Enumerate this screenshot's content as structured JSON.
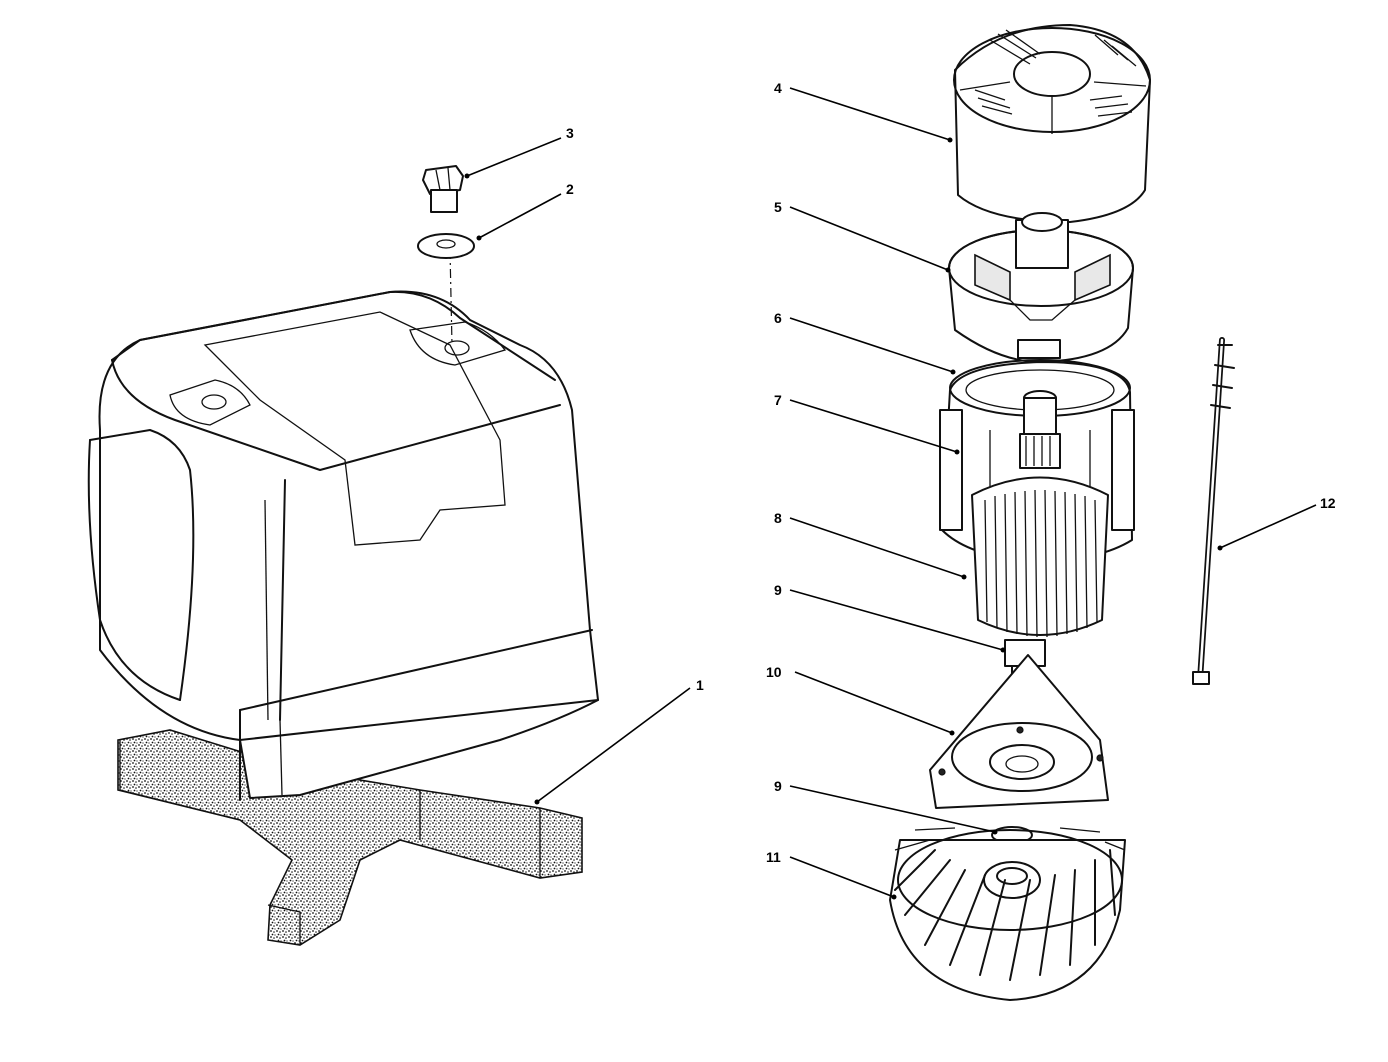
{
  "diagram": {
    "callouts": [
      {
        "id": "1",
        "label": "1"
      },
      {
        "id": "2",
        "label": "2"
      },
      {
        "id": "3",
        "label": "3"
      },
      {
        "id": "4",
        "label": "4"
      },
      {
        "id": "5",
        "label": "5"
      },
      {
        "id": "6",
        "label": "6"
      },
      {
        "id": "7",
        "label": "7"
      },
      {
        "id": "8",
        "label": "8"
      },
      {
        "id": "9a",
        "label": "9"
      },
      {
        "id": "10",
        "label": "10"
      },
      {
        "id": "9b",
        "label": "9"
      },
      {
        "id": "11",
        "label": "11"
      },
      {
        "id": "12",
        "label": "12"
      }
    ]
  }
}
